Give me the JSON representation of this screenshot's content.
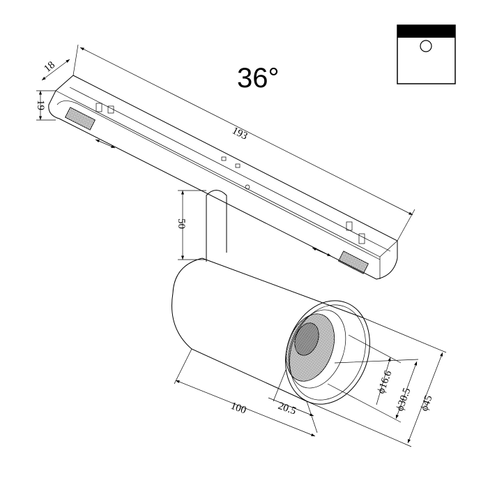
{
  "title": "Track spotlight dimension drawing",
  "beam_angle": "36°",
  "dimensions": {
    "rail_width": "18",
    "rail_height": "19",
    "rail_length": "193",
    "stem_height": "50",
    "body_length": "100",
    "lens_recess": "20.5",
    "lens_diameter": "ϕ16.6",
    "reflector_diameter": "ϕ30.5",
    "body_diameter": "ϕ45"
  },
  "icons": {
    "mount_type": "surface-track-icon"
  }
}
